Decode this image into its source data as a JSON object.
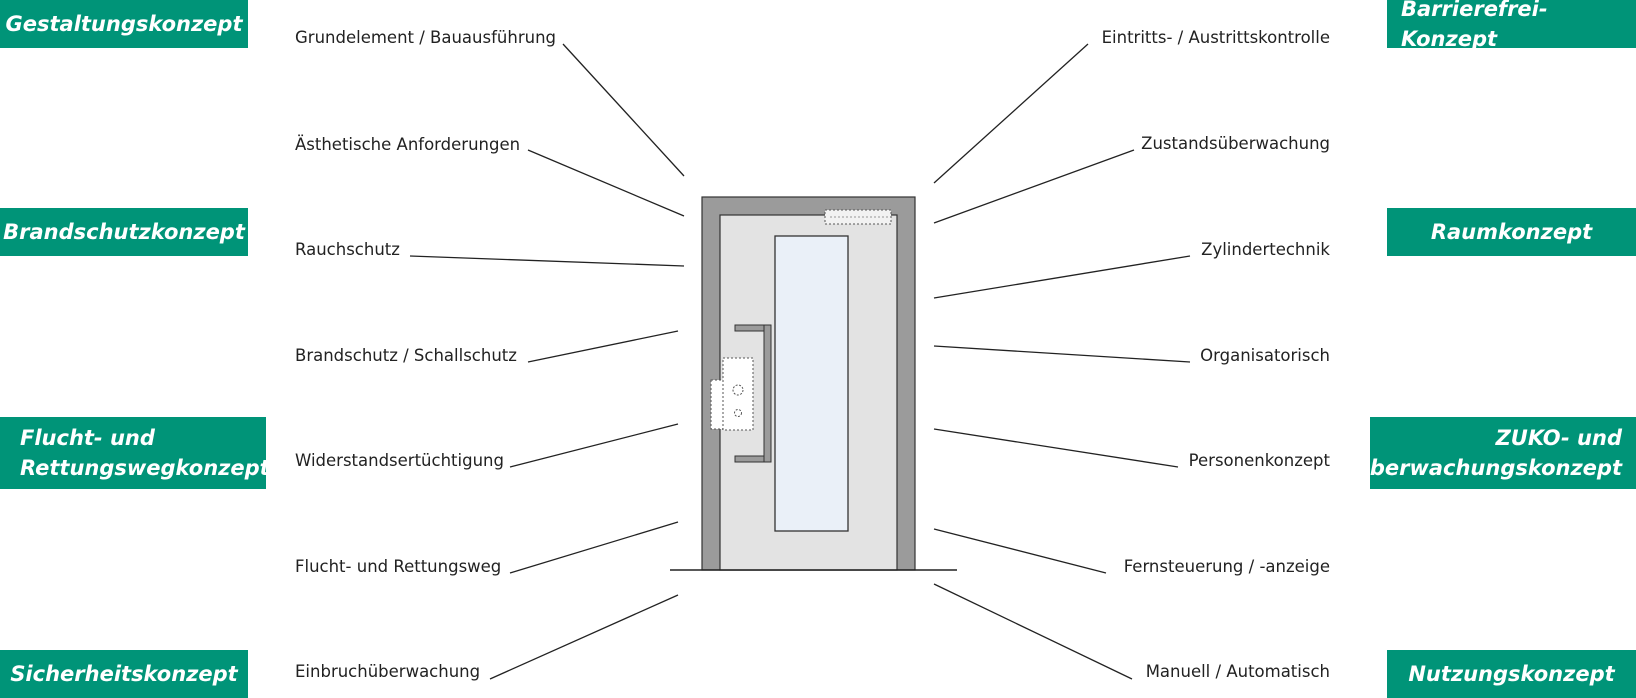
{
  "left_categories": {
    "gestaltung": "Gestaltungskonzept",
    "brandschutz": "Brandschutzkonzept",
    "flucht_line1": "Flucht- und",
    "flucht_line2": "Rettungswegkonzept",
    "sicherheit": "Sicherheitskonzept"
  },
  "right_categories": {
    "barrierefrei": "Barrierefrei-Konzept",
    "raum": "Raumkonzept",
    "zuko_line1": "ZUKO- und",
    "zuko_line2": "Überwachungskonzept",
    "nutzung": "Nutzungskonzept"
  },
  "left_labels": [
    "Grundelement / Bauausführung",
    "Ästhetische Anforderungen",
    "Rauchschutz",
    "Brandschutz / Schallschutz",
    "Widerstandsertüchtigung",
    "Flucht- und Rettungsweg",
    "Einbruchüberwachung"
  ],
  "right_labels": [
    "Eintritts- / Austrittskontrolle",
    "Zustandsüberwachung",
    "Zylindertechnik",
    "Organisatorisch",
    "Personenkonzept",
    "Fernsteuerung / -anzeige",
    "Manuell / Automatisch"
  ],
  "colors": {
    "badge": "#009478",
    "frame": "#9b9b9b",
    "door_leaf": "#e3e3e3",
    "glass": "#eaf0f8"
  }
}
